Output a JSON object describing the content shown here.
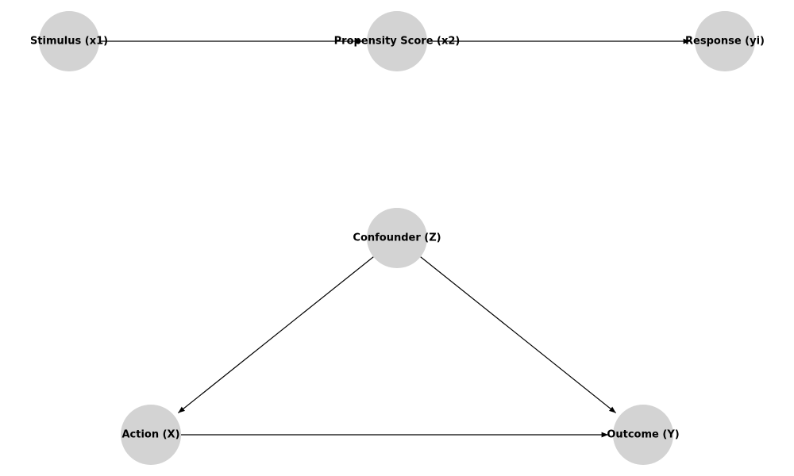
{
  "diagram": {
    "colors": {
      "node_fill": "#d3d3d3",
      "edge": "#000000",
      "label": "#000000",
      "background": "#ffffff"
    },
    "nodes": [
      {
        "id": "x1",
        "label": "Stimulus (x1)"
      },
      {
        "id": "x2",
        "label": "Propensity Score (x2)"
      },
      {
        "id": "yi",
        "label": "Response (yi)"
      },
      {
        "id": "z",
        "label": "Confounder (Z)"
      },
      {
        "id": "x",
        "label": "Action (X)"
      },
      {
        "id": "y",
        "label": "Outcome (Y)"
      }
    ],
    "edges": [
      {
        "from": "x1",
        "to": "x2"
      },
      {
        "from": "x2",
        "to": "yi"
      },
      {
        "from": "z",
        "to": "x"
      },
      {
        "from": "z",
        "to": "y"
      },
      {
        "from": "x",
        "to": "y"
      }
    ]
  }
}
